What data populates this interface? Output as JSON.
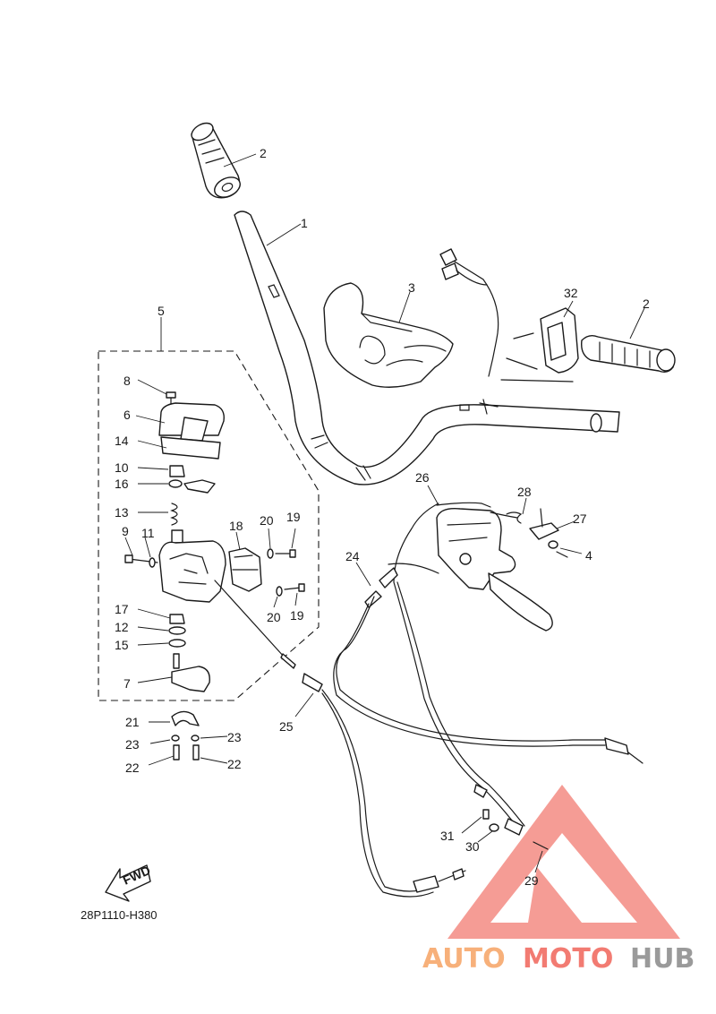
{
  "diagram": {
    "code": "28P1110-H380",
    "fwd_label": "FWD",
    "callouts": {
      "c1": "1",
      "c2a": "2",
      "c2b": "2",
      "c3": "3",
      "c4": "4",
      "c5": "5",
      "c6": "6",
      "c7": "7",
      "c8": "8",
      "c9": "9",
      "c10": "10",
      "c11": "11",
      "c12": "12",
      "c13": "13",
      "c14": "14",
      "c15": "15",
      "c16": "16",
      "c17": "17",
      "c18": "18",
      "c19a": "19",
      "c19b": "19",
      "c20a": "20",
      "c20b": "20",
      "c21": "21",
      "c22a": "22",
      "c22b": "22",
      "c23a": "23",
      "c23b": "23",
      "c24": "24",
      "c25": "25",
      "c26": "26",
      "c27": "27",
      "c28": "28",
      "c29": "29",
      "c30": "30",
      "c31": "31",
      "c32": "32"
    }
  },
  "watermark": {
    "part1": "AUTO",
    "part2": "MOTO",
    "part3": "HUB",
    "colors": {
      "auto": "#f7b07a",
      "moto": "#f27b72",
      "hub": "#9a9a9a",
      "triangle": "#f27b72"
    }
  }
}
